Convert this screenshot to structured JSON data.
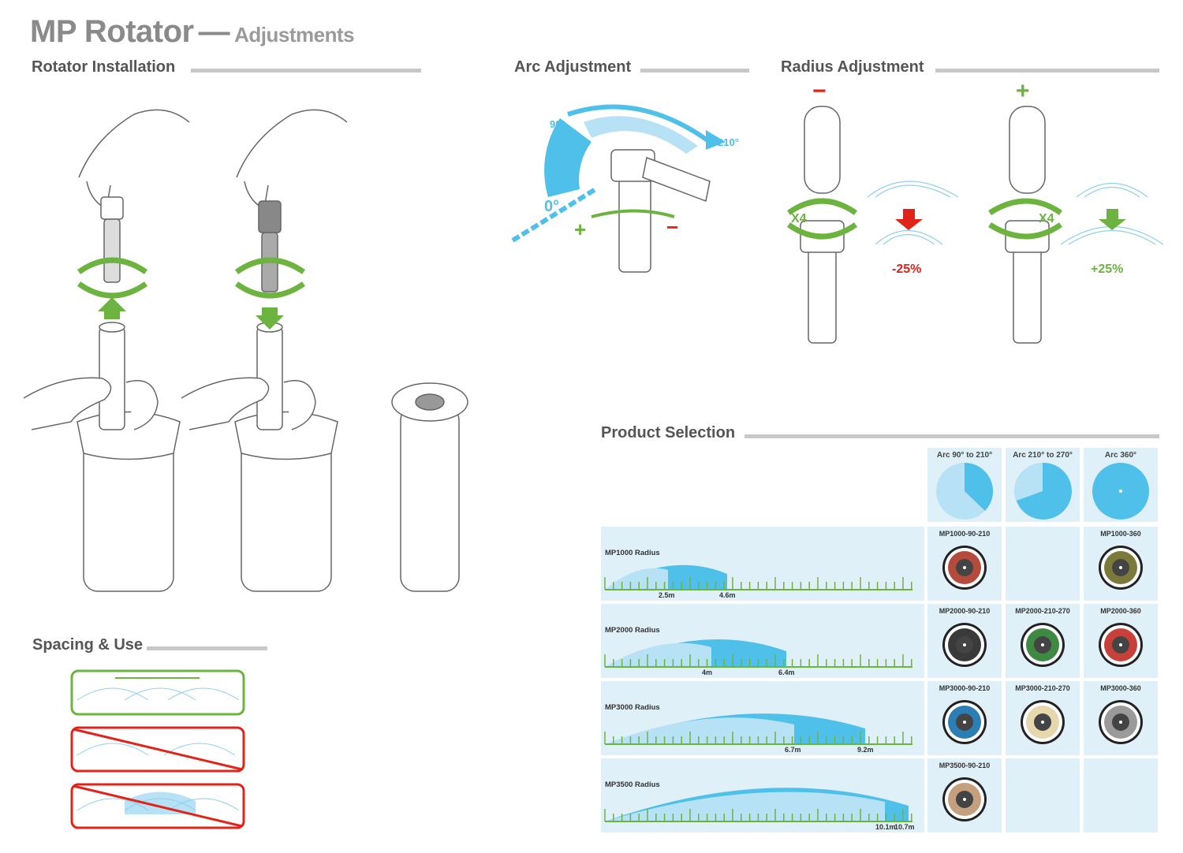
{
  "header": {
    "title": "MP Rotator",
    "dash": "—",
    "subtitle": "Adjustments"
  },
  "sections": {
    "installation": "Rotator Installation",
    "arc": "Arc Adjustment",
    "radius": "Radius Adjustment",
    "spacing": "Spacing & Use",
    "product": "Product Selection"
  },
  "arc_labels": {
    "a0": "0°",
    "a90": "90°",
    "a210": "210°",
    "plus": "+",
    "minus": "−"
  },
  "radius_labels": {
    "x4": "X4",
    "minus_pct": "-25%",
    "plus_pct": "+25%",
    "minus": "−",
    "plus": "+"
  },
  "product_table": {
    "arc_headers": [
      "Arc 90° to 210°",
      "Arc 210° to 270°",
      "Arc 360°"
    ],
    "rows": [
      {
        "label": "MP1000 Radius",
        "d1": "2.5m",
        "d2": "4.6m",
        "models": [
          "MP1000-90-210",
          "",
          "MP1000-360"
        ],
        "nozzle_colors": [
          "#b54b3d",
          "",
          "#7c7a3a"
        ]
      },
      {
        "label": "MP2000 Radius",
        "d1": "4m",
        "d2": "6.4m",
        "models": [
          "MP2000-90-210",
          "MP2000-210-270",
          "MP2000-360"
        ],
        "nozzle_colors": [
          "#3a3a3a",
          "#3f8a43",
          "#c8403a"
        ]
      },
      {
        "label": "MP3000 Radius",
        "d1": "6.7m",
        "d2": "9.2m",
        "models": [
          "MP3000-90-210",
          "MP3000-210-270",
          "MP3000-360"
        ],
        "nozzle_colors": [
          "#2b7fb5",
          "#e6d7ad",
          "#9a9a9a"
        ]
      },
      {
        "label": "MP3500 Radius",
        "d1": "10.1m",
        "d2": "10.7m",
        "models": [
          "MP3500-90-210",
          "",
          ""
        ],
        "nozzle_colors": [
          "#c4a07e",
          "",
          ""
        ]
      }
    ]
  },
  "colors": {
    "green": "#6db33f",
    "red": "#e2231a",
    "blue": "#4fc0ea",
    "lightblue": "#b7e1f4",
    "gray": "#c8c8c8"
  }
}
